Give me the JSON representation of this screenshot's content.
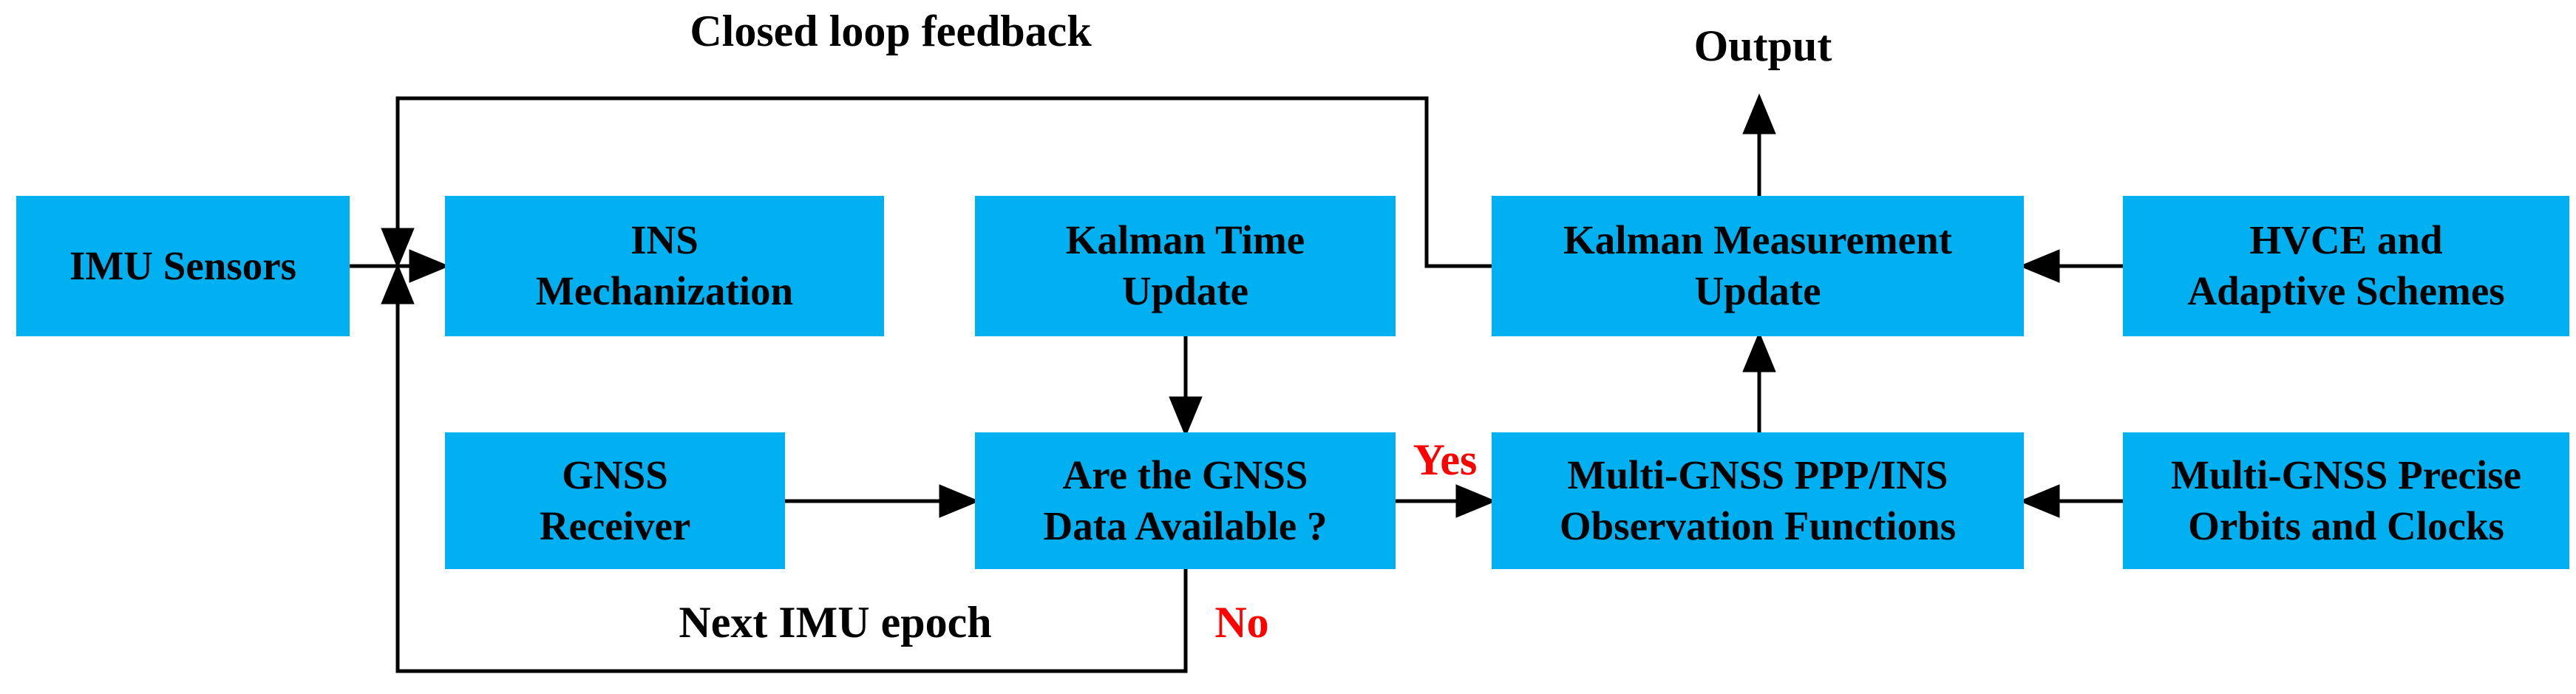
{
  "figure": {
    "type": "flowchart",
    "background": "#FFFFFF",
    "colors": {
      "box_fill": "#00B0F0",
      "line": "#000000",
      "text": "#000000",
      "branch_label": "#FF0000"
    },
    "boxes": [
      {
        "id": "imu-sensors",
        "label": "IMU Sensors"
      },
      {
        "id": "ins-mechanization",
        "label": "INS\nMechanization"
      },
      {
        "id": "kalman-time-update",
        "label": "Kalman Time\nUpdate"
      },
      {
        "id": "kalman-measurement-update",
        "label": "Kalman Measurement\nUpdate"
      },
      {
        "id": "hvce-adaptive-schemes",
        "label": "HVCE and\nAdaptive Schemes"
      },
      {
        "id": "gnss-receiver",
        "label": "GNSS\nReceiver"
      },
      {
        "id": "gnss-data-available",
        "label": "Are the GNSS\nData Available ?"
      },
      {
        "id": "multi-gnss-ppp-ins",
        "label": "Multi-GNSS PPP/INS\nObservation Functions"
      },
      {
        "id": "multi-gnss-precise-orbits",
        "label": "Multi-GNSS Precise\nOrbits and Clocks"
      }
    ],
    "labels": {
      "closed_loop_feedback": "Closed loop feedback",
      "output": "Output",
      "yes": "Yes",
      "no": "No",
      "next_imu_epoch": "Next IMU epoch"
    }
  }
}
